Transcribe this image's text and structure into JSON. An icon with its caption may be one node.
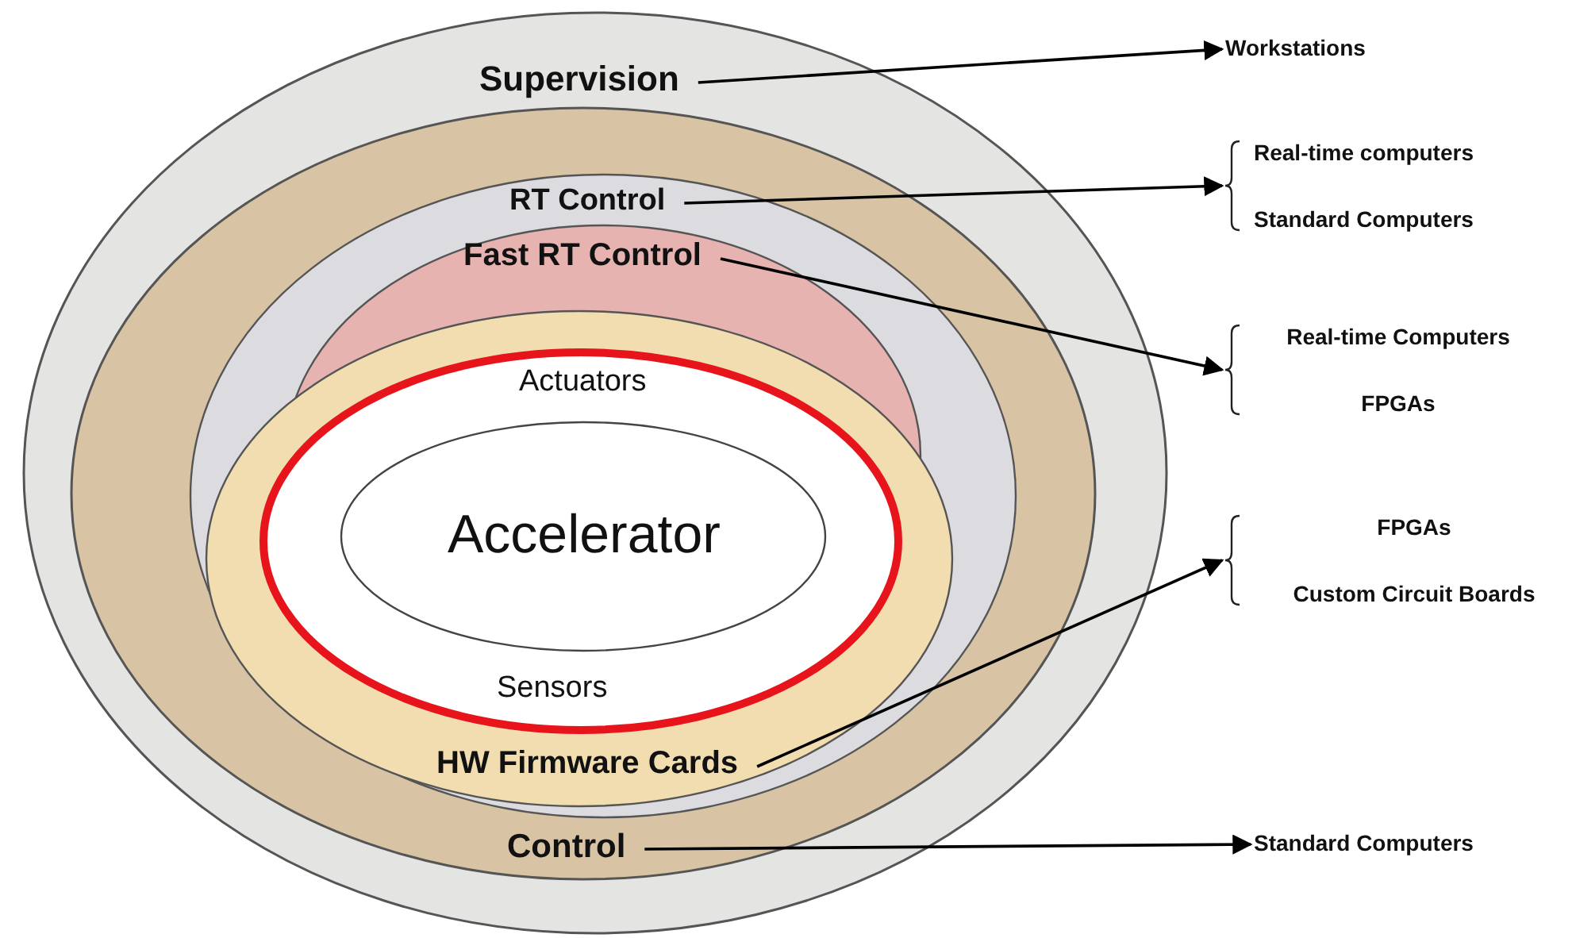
{
  "diagram": {
    "nodes": [
      {
        "text": [
          "Supervision"
        ]
      },
      {
        "text": [
          "Control"
        ],
        "in": 0
      },
      {
        "text": [
          "RT Control"
        ],
        "in": 1
      },
      {
        "text": [
          "Fast RT Control"
        ],
        "in": 2
      },
      {
        "text": [
          "HW Firmware Cards"
        ],
        "in": 2
      },
      {
        "text": [
          "Actuators",
          "Sensors"
        ],
        "in": 4
      },
      {
        "text": [
          "Accelerator"
        ],
        "in": 5
      },
      {
        "text": [
          "Workstations"
        ]
      },
      {
        "text": [
          "Real-time computers",
          "Standard Computers"
        ]
      },
      {
        "text": [
          "Real-time Computers",
          "FPGAs"
        ]
      },
      {
        "text": [
          "FPGAs",
          "Custom Circuit Boards"
        ]
      },
      {
        "text": [
          "Standard Computers"
        ]
      }
    ],
    "edges": [
      {
        "from": 0,
        "to": 7,
        "arrow": "to"
      },
      {
        "from": 2,
        "to": 8,
        "arrow": "to"
      },
      {
        "from": 3,
        "to": 9,
        "arrow": "to"
      },
      {
        "from": 4,
        "to": 10,
        "arrow": "to"
      },
      {
        "from": 1,
        "to": 11,
        "arrow": "to"
      }
    ]
  }
}
